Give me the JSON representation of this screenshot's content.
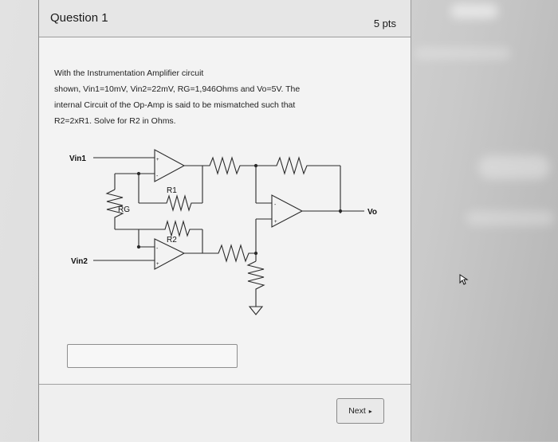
{
  "question": {
    "title": "Question 1",
    "points": "5 pts",
    "lines": [
      "With the Instrumentation Amplifier circuit",
      "shown, Vin1=10mV, Vin2=22mV, RG=1,946Ohms and Vo=5V. The",
      "internal Circuit of the Op-Amp is said to be mismatched such that",
      "R2=2xR1. Solve for R2 in Ohms."
    ]
  },
  "circuit": {
    "vin1": "Vin1",
    "vin2": "Vin2",
    "rg": "RG",
    "r1": "R1",
    "r2": "R2",
    "vo": "Vo"
  },
  "answer": {
    "value": ""
  },
  "footer": {
    "next_label": "Next",
    "next_icon": "arrow-right-icon"
  }
}
